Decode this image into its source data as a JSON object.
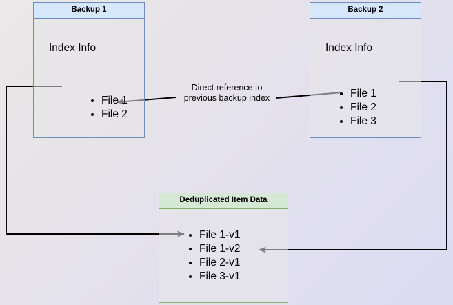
{
  "diagram": {
    "title_hidden": "",
    "colors": {
      "blue_border": "#6c8ebf",
      "blue_header_fill": "#d7e7fb",
      "green_border": "#82b366",
      "green_header_fill": "#d5e8d4",
      "box_body_fill": "#e8e6e9",
      "arrow_stroke": "#000000",
      "background_start": "#ebe8e9",
      "background_end": "#dcdcf3"
    },
    "backup1": {
      "header": "Backup 1",
      "section_label": "Index Info",
      "files": [
        "File 1",
        "File 2"
      ]
    },
    "backup2": {
      "header": "Backup 2",
      "section_label": "Index Info",
      "files": [
        "File 1",
        "File 2",
        "File 3"
      ]
    },
    "dedup": {
      "header": "Deduplicated Item Data",
      "items": [
        "File 1-v1",
        "File 1-v2",
        "File 2-v1",
        "File 3-v1"
      ]
    },
    "annotation": {
      "text": "Direct reference to\nprevious backup index"
    }
  }
}
